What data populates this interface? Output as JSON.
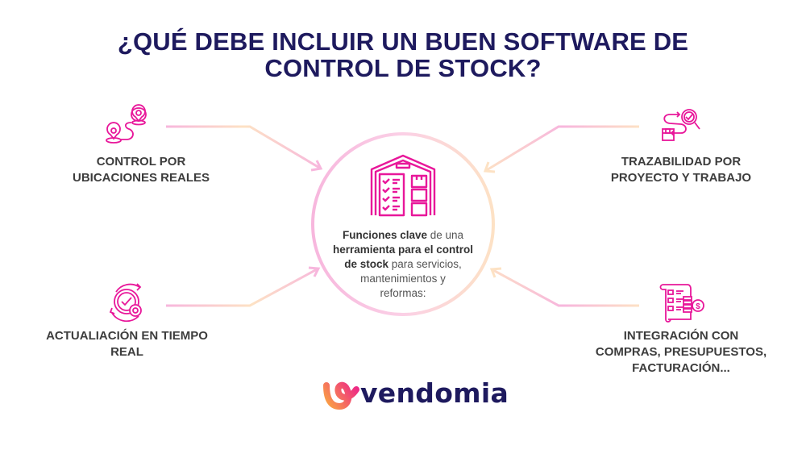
{
  "header": {
    "title_line1": "¿QUÉ DEBE INCLUIR UN BUEN SOFTWARE DE",
    "title_line2": "CONTROL DE STOCK?"
  },
  "center": {
    "icon": "warehouse-checklist-icon",
    "text_bold1": "Funciones clave",
    "text_light1": " de una",
    "text_bold2": "herramienta para el control",
    "text_bold3": "de stock",
    "text_light2": " para servicios,",
    "text_light3": "mantenimientos y",
    "text_light4": "reformas:"
  },
  "features": [
    {
      "position": "top-left",
      "icon": "map-route-pins-icon",
      "line1": "CONTROL POR",
      "line2": "UBICACIONES REALES"
    },
    {
      "position": "top-right",
      "icon": "traceability-search-box-icon",
      "line1": "TRAZABILIDAD POR",
      "line2": "PROYECTO Y TRABAJO"
    },
    {
      "position": "bottom-left",
      "icon": "realtime-sync-gear-icon",
      "line1": "ACTUALIACIÓN EN TIEMPO",
      "line2": "REAL"
    },
    {
      "position": "bottom-right",
      "icon": "invoice-coins-icon",
      "line1": "INTEGRACIÓN CON",
      "line2": "COMPRAS, PRESUPUESTOS,",
      "line3": "FACTURACIÓN..."
    }
  ],
  "brand": {
    "name": "vendomia"
  },
  "colors": {
    "title": "#1e1a5e",
    "accent_magenta": "#e8179a",
    "connector_pink": "#f7b6dd",
    "connector_peach": "#fde2c4",
    "label_gray": "#3d3d3d",
    "logo_orange": "#fbab3f",
    "logo_pink": "#ec1c8c"
  }
}
